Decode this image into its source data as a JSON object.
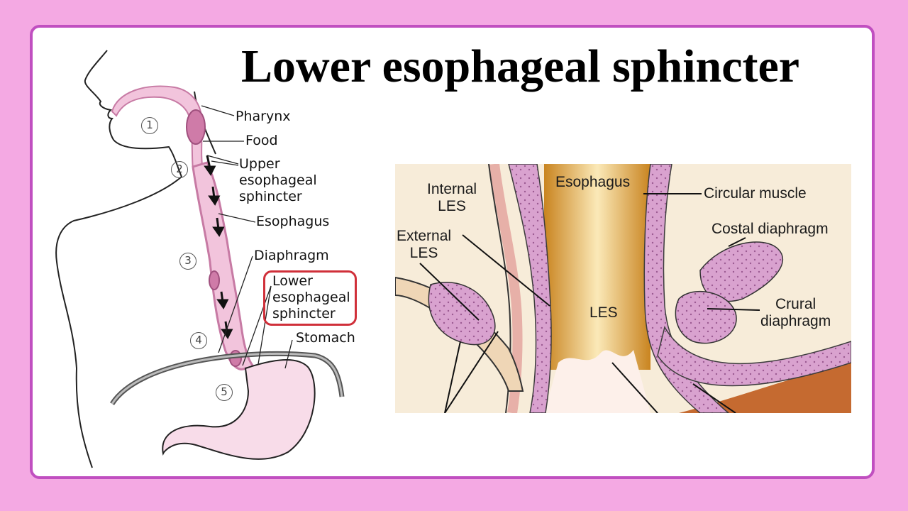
{
  "title": "Lower esophageal sphincter",
  "left_diagram": {
    "labels": {
      "pharynx": "Pharynx",
      "food": "Food",
      "upper_sphincter": [
        "Upper",
        "esophageal",
        "sphincter"
      ],
      "esophagus": "Esophagus",
      "diaphragm": "Diaphragm",
      "lower_sphincter": [
        "Lower",
        "esophageal",
        "sphincter"
      ],
      "stomach": "Stomach"
    },
    "steps": [
      "1",
      "2",
      "3",
      "4",
      "5"
    ]
  },
  "right_diagram": {
    "labels": {
      "esophagus": "Esophagus",
      "circular_muscle": "Circular muscle",
      "internal_les": [
        "Internal",
        "LES"
      ],
      "external_les": [
        "External",
        "LES"
      ],
      "costal_diaphragm": "Costal diaphragm",
      "les": "LES",
      "crural_diaphragm": [
        "Crural",
        "diaphragm"
      ]
    }
  },
  "colors": {
    "page_background": "#f4a9e3",
    "card_border": "#c04fc0",
    "highlight_box": "#d0303a",
    "muscle_pink": "#d9a2cf",
    "tube_pink": "#f2c4dc"
  }
}
